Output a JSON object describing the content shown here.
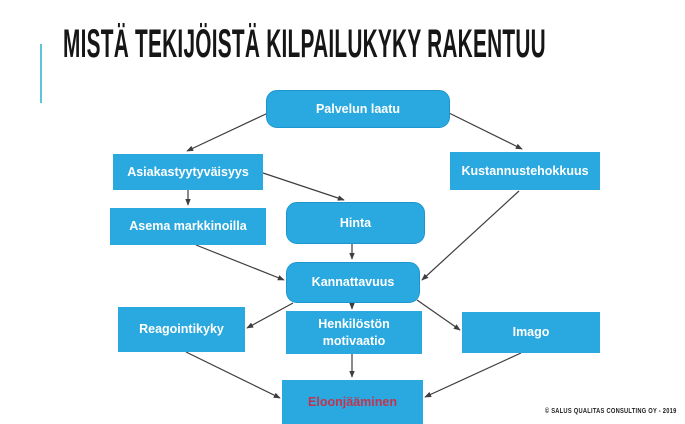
{
  "slide": {
    "title": "MISTÄ TEKIJÖISTÄ KILPAILUKYKY RAKENTUU",
    "footer": "© SALUS QUALITAS CONSULTING OY - 2019"
  },
  "colors": {
    "box_fill": "#2aa9e0",
    "box_text": "#ffffff",
    "survival_text": "#c23350",
    "accent_bar": "#5fc4d8",
    "arrow": "#3e3e3e",
    "title_text": "#161616",
    "background": "#ffffff"
  },
  "diagram": {
    "nodes": [
      {
        "id": "palvelun-laatu",
        "label": "Palvelun laatu",
        "shape": "rounded"
      },
      {
        "id": "asiakastyytyvaisyys",
        "label": "Asiakastyytyväisyys",
        "shape": "rect"
      },
      {
        "id": "kustannustehokkuus",
        "label": "Kustannustehokkuus",
        "shape": "rect"
      },
      {
        "id": "asema-markkinoilla",
        "label": "Asema markkinoilla",
        "shape": "rect"
      },
      {
        "id": "hinta",
        "label": "Hinta",
        "shape": "rounded"
      },
      {
        "id": "kannattavuus",
        "label": "Kannattavuus",
        "shape": "rounded"
      },
      {
        "id": "reagointikyky",
        "label": "Reagointikyky",
        "shape": "rect"
      },
      {
        "id": "henkiloston-motivaatio",
        "label": "Henkilöstön motivaatio",
        "shape": "rect"
      },
      {
        "id": "imago",
        "label": "Imago",
        "shape": "rect"
      },
      {
        "id": "eloonjaaminen",
        "label": "Eloonjääminen",
        "shape": "rect",
        "text_color": "#c23350"
      }
    ],
    "edges": [
      {
        "from": "palvelun-laatu",
        "to": "asiakastyytyvaisyys"
      },
      {
        "from": "palvelun-laatu",
        "to": "kustannustehokkuus"
      },
      {
        "from": "asiakastyytyvaisyys",
        "to": "asema-markkinoilla"
      },
      {
        "from": "asiakastyytyvaisyys",
        "to": "hinta"
      },
      {
        "from": "hinta",
        "to": "kannattavuus"
      },
      {
        "from": "asema-markkinoilla",
        "to": "kannattavuus"
      },
      {
        "from": "kustannustehokkuus",
        "to": "kannattavuus"
      },
      {
        "from": "kannattavuus",
        "to": "reagointikyky"
      },
      {
        "from": "kannattavuus",
        "to": "henkiloston-motivaatio"
      },
      {
        "from": "kannattavuus",
        "to": "imago"
      },
      {
        "from": "reagointikyky",
        "to": "eloonjaaminen"
      },
      {
        "from": "henkiloston-motivaatio",
        "to": "eloonjaaminen"
      },
      {
        "from": "imago",
        "to": "eloonjaaminen"
      }
    ]
  }
}
